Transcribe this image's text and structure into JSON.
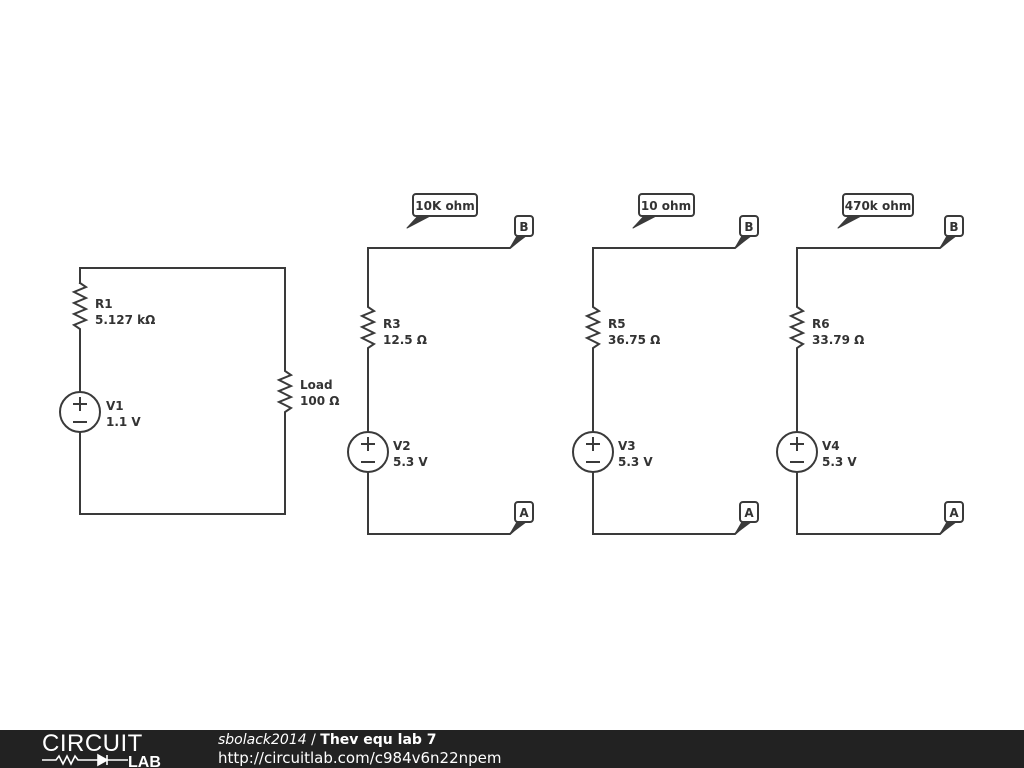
{
  "circuits": [
    {
      "resistor": {
        "name": "R1",
        "value": "5.127 kΩ"
      },
      "load": {
        "name": "Load",
        "value": "100 Ω"
      },
      "source": {
        "name": "V1",
        "value": "1.1 V"
      }
    },
    {
      "comment": "10K ohm",
      "resistor": {
        "name": "R3",
        "value": "12.5 Ω"
      },
      "source": {
        "name": "V2",
        "value": "5.3 V"
      },
      "terminal_top": "B",
      "terminal_bottom": "A"
    },
    {
      "comment": "10 ohm",
      "resistor": {
        "name": "R5",
        "value": "36.75 Ω"
      },
      "source": {
        "name": "V3",
        "value": "5.3 V"
      },
      "terminal_top": "B",
      "terminal_bottom": "A"
    },
    {
      "comment": "470k ohm",
      "resistor": {
        "name": "R6",
        "value": "33.79 Ω"
      },
      "source": {
        "name": "V4",
        "value": "5.3 V"
      },
      "terminal_top": "B",
      "terminal_bottom": "A"
    }
  ],
  "footer": {
    "logo_top": "CIRCUIT",
    "logo_bottom": "LAB",
    "author": "sbolack2014",
    "separator": " / ",
    "title": "Thev equ lab 7",
    "url": "http://circuitlab.com/c984v6n22npem"
  },
  "colors": {
    "wire": "#3a3a3a",
    "footer_bg": "#222222",
    "text": "#333333"
  }
}
